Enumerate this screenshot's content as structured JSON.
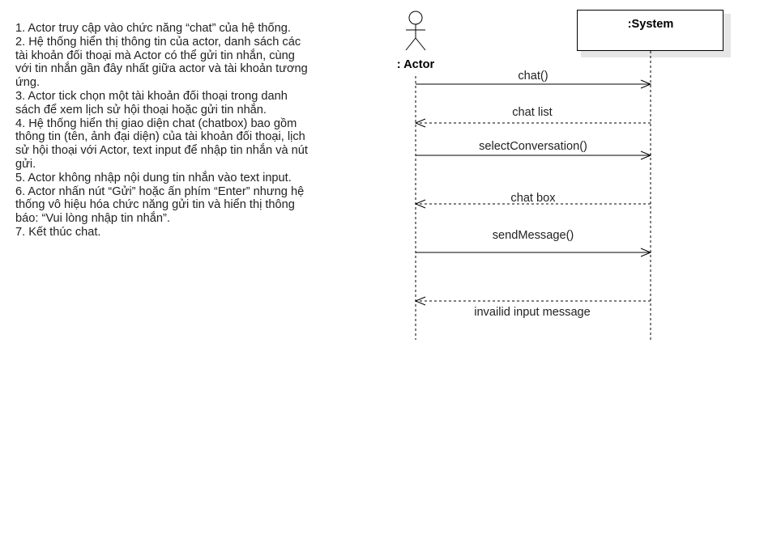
{
  "steps": [
    "1. Actor truy cập vào chức năng “chat” của hệ thống.",
    "2. Hệ thống hiển thị thông tin của actor, danh sách các tài khoản đối thoại mà Actor có thể gửi tin nhắn, cùng với tin nhắn gần đây nhất giữa actor và tài khoản tương ứng.",
    "3. Actor tick chọn một tài khoản đối thoại trong danh sách để xem lịch sử hội thoại hoặc gửi tin nhắn.",
    "4. Hệ thống hiển thị giao diện chat (chatbox) bao gồm thông tin (tên, ảnh đại diện) của tài khoản đối thoại, lịch sử hội thoại với Actor, text input để nhập tin nhắn và nút gửi.",
    "5. Actor không nhập nội dung tin nhắn vào text input.",
    "6. Actor nhấn nút “Gửi” hoặc ấn phím “Enter” nhưng hệ thống vô hiệu hóa chức năng gửi tin và hiển thị thông báo: “Vui lòng nhập tin nhắn”.",
    "7. Kết thúc chat."
  ],
  "sequence": {
    "actor_label": ": Actor",
    "system_label": ":System",
    "messages": [
      {
        "label": "chat()",
        "type": "call",
        "from": "actor",
        "to": "system"
      },
      {
        "label": "chat list",
        "type": "return",
        "from": "system",
        "to": "actor"
      },
      {
        "label": "selectConversation()",
        "type": "call",
        "from": "actor",
        "to": "system"
      },
      {
        "label": "chat box",
        "type": "return",
        "from": "system",
        "to": "actor"
      },
      {
        "label": "sendMessage()",
        "type": "call",
        "from": "actor",
        "to": "system"
      },
      {
        "label": "invailid input message",
        "type": "return",
        "from": "system",
        "to": "actor"
      }
    ]
  },
  "colors": {
    "line": "#000000",
    "text": "#222222",
    "shadow": "#e6e6e6"
  }
}
